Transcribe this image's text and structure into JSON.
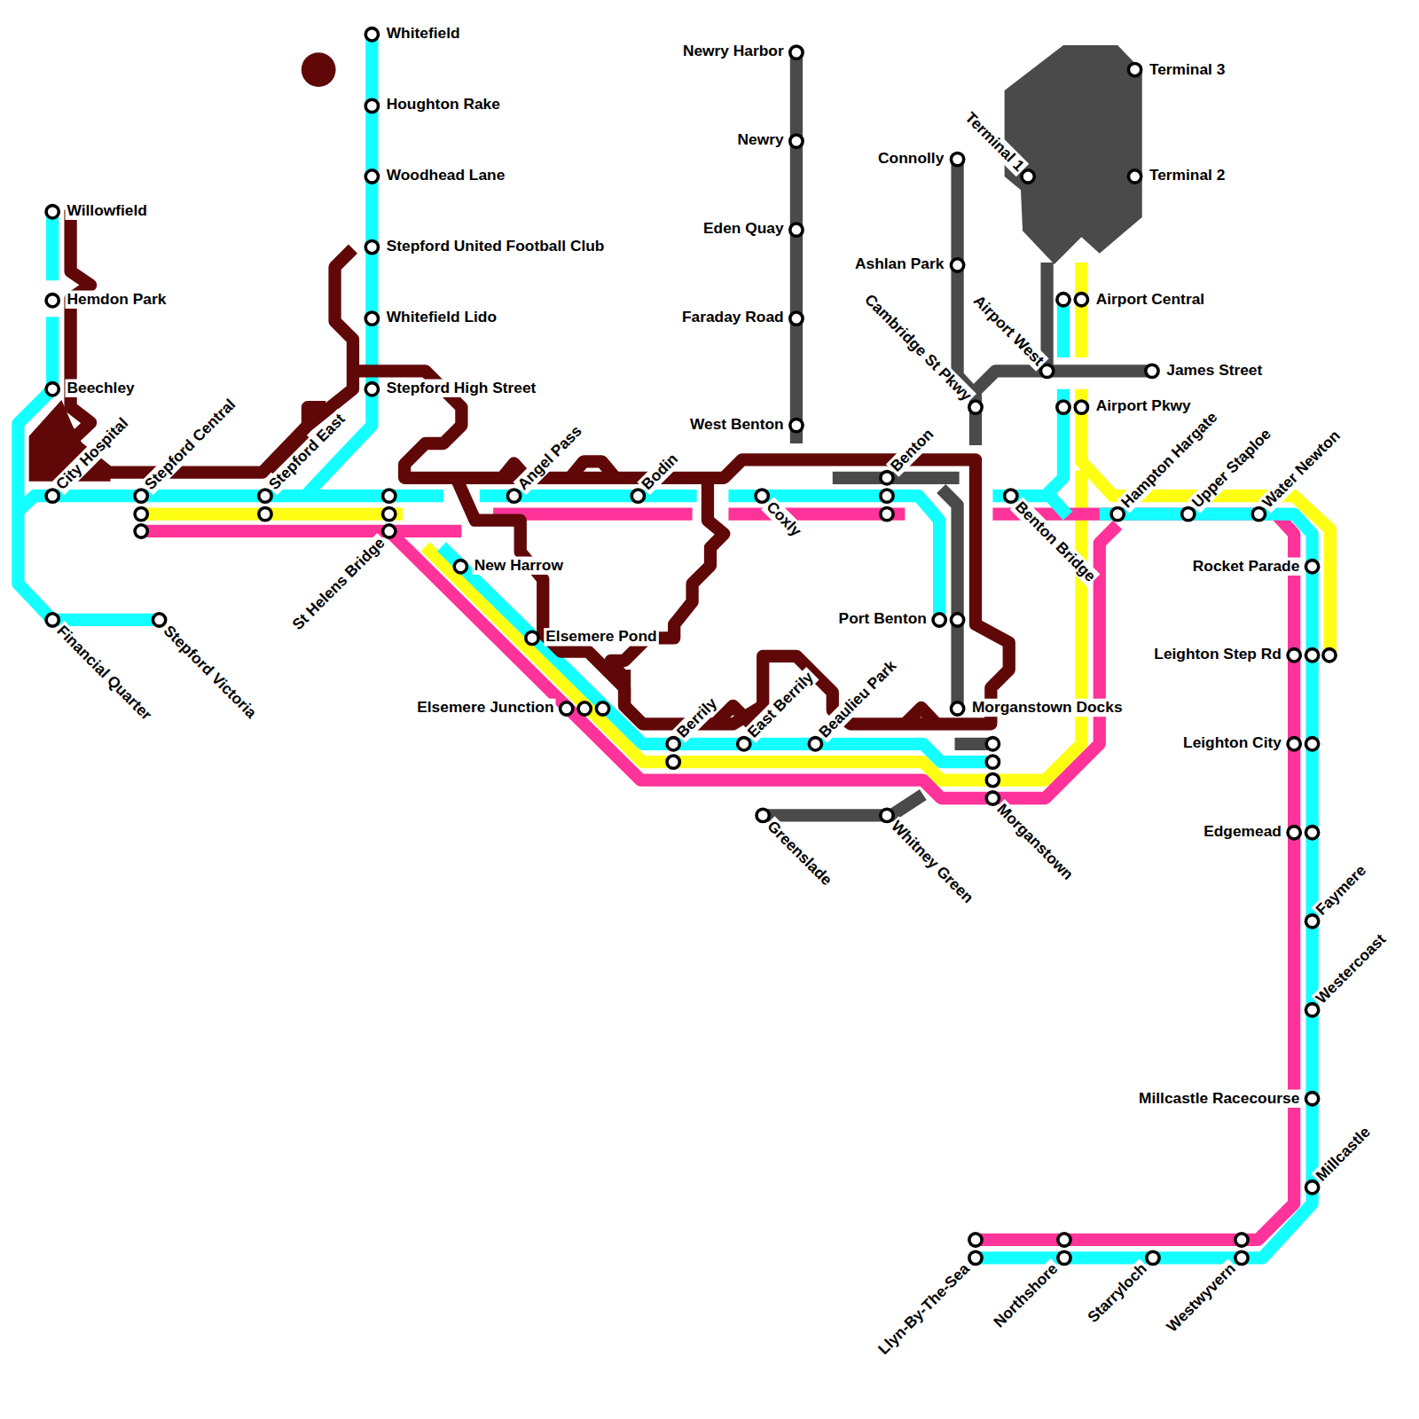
{
  "diagram": {
    "labels": [
      "Whitefield",
      "Houghton Rake",
      "Woodhead Lane",
      "Stepford United Football Club",
      "Whitefield Lido",
      "Stepford High Street",
      "Willowfield",
      "Hemdon Park",
      "Beechley",
      "City Hospital",
      "Stepford Central",
      "Stepford East",
      "St Helens Bridge",
      "Financial Quarter",
      "Stepford Victoria",
      "New Harrow",
      "Angel Pass",
      "Elsemere Pond",
      "Elsemere Junction",
      "Bodin",
      "Berrily",
      "East Berrily",
      "Beaulieu Park",
      "Coxly",
      "Newry Harbor",
      "Newry",
      "Eden Quay",
      "Faraday Road",
      "West Benton",
      "Benton",
      "Connolly",
      "Ashlan Park",
      "Cambridge St Pkwy",
      "Port Benton",
      "Morganstown Docks",
      "Greenslade",
      "Whitney Green",
      "Morganstown",
      "Terminal 1",
      "Terminal 3",
      "Terminal 2",
      "Airport Central",
      "Airport West",
      "James Street",
      "Airport Pkwy",
      "Benton Bridge",
      "Hampton Hargate",
      "Upper Staploe",
      "Water Newton",
      "Rocket Parade",
      "Leighton Step Rd",
      "Leighton City",
      "Edgemead",
      "Faymere",
      "Westercoast",
      "Millcastle Racecourse",
      "Millcastle",
      "Llyn-By-The-Sea",
      "Northshore",
      "Starryloch",
      "Westwyvern"
    ]
  }
}
